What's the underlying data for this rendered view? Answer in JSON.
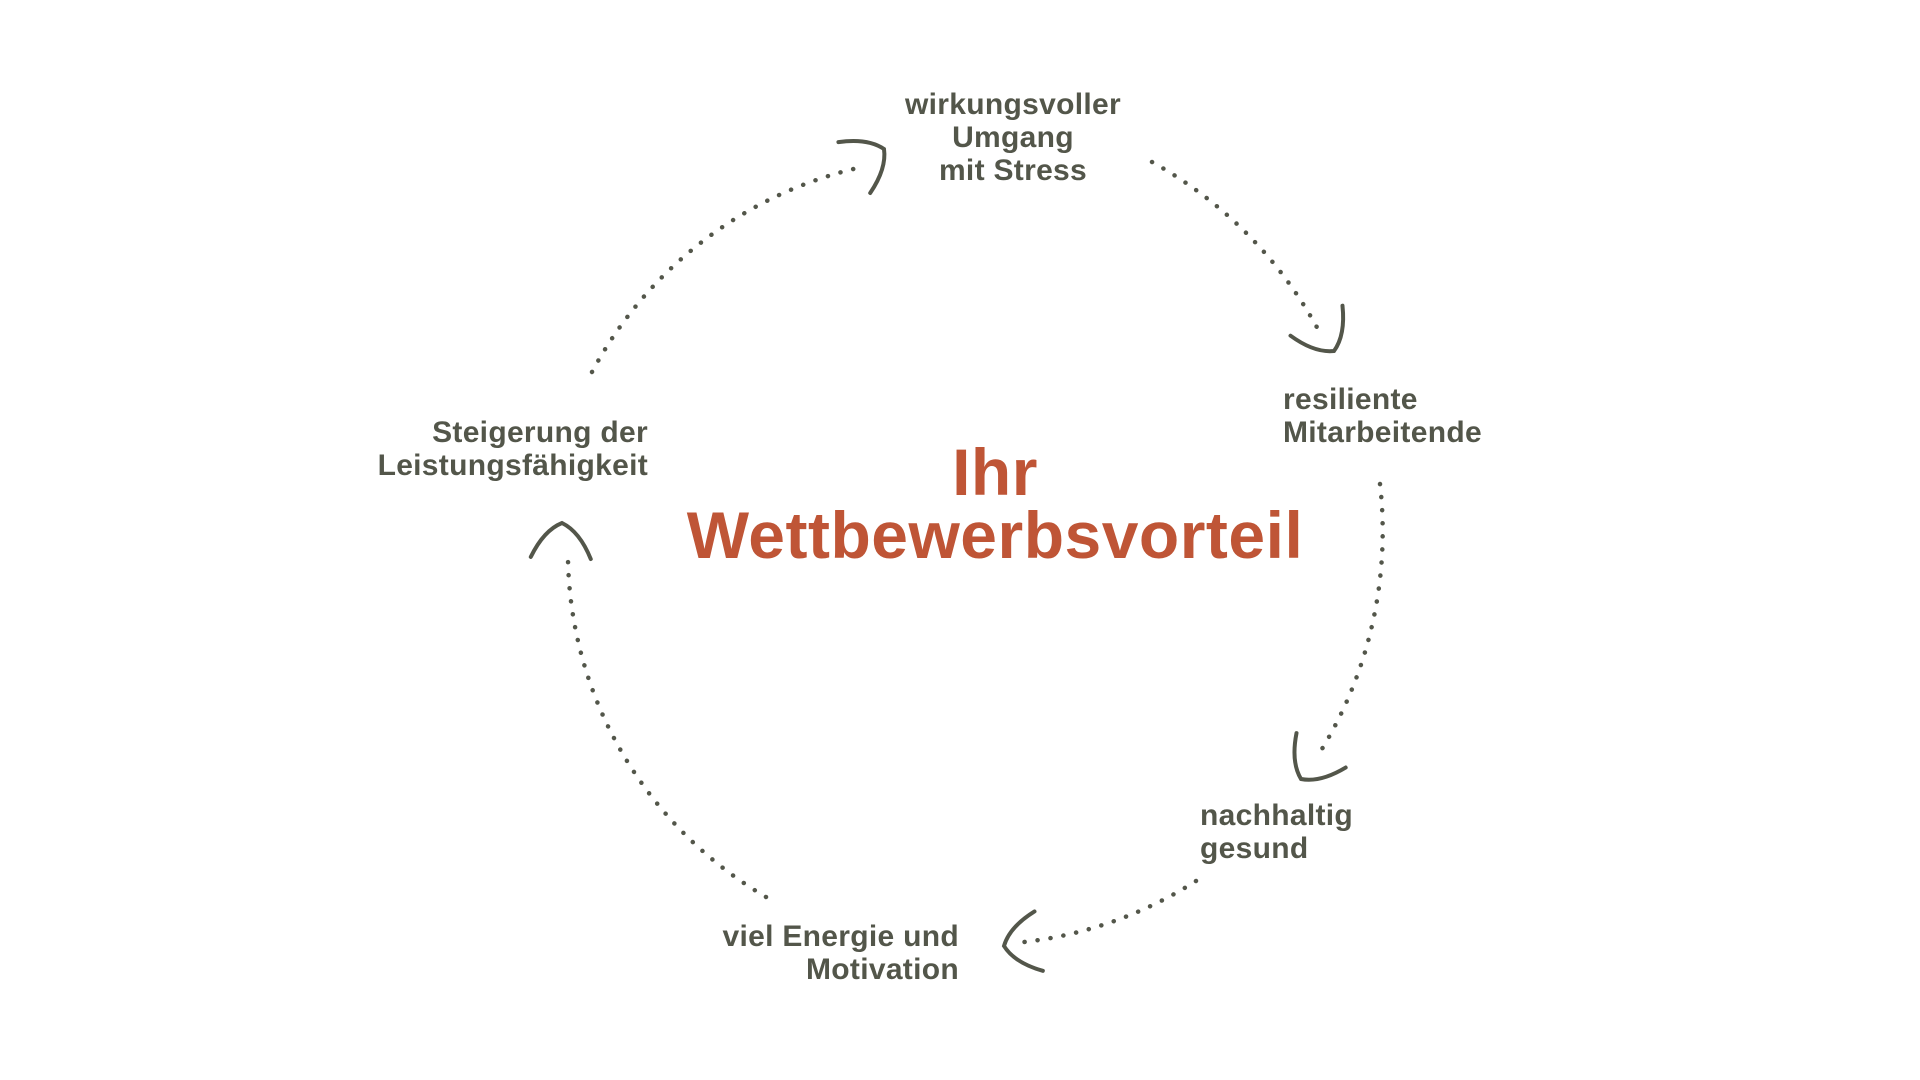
{
  "colors": {
    "accent": "#bf5536",
    "ink": "#53564a",
    "background": "#ffffff"
  },
  "diagram": {
    "type": "cycle",
    "direction": "clockwise",
    "title": "Ihr\nWettbewerbsvorteil",
    "nodes": [
      {
        "id": "stress",
        "label": "wirkungsvoller\nUmgang\nmit Stress"
      },
      {
        "id": "resilient",
        "label": "resiliente\nMitarbeitende"
      },
      {
        "id": "healthy",
        "label": "nachhaltig\ngesund"
      },
      {
        "id": "energy",
        "label": "viel Energie und\nMotivation"
      },
      {
        "id": "performance",
        "label": "Steigerung der\nLeistungsfähigkeit"
      }
    ]
  }
}
